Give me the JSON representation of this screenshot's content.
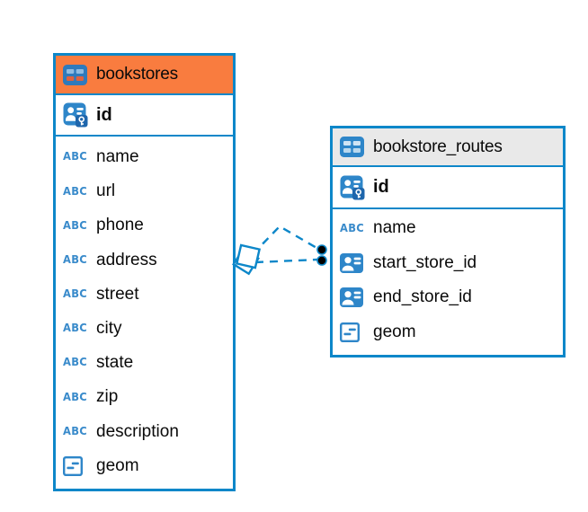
{
  "diagram": {
    "kind": "entity-relationship-diagram",
    "colors": {
      "table_border_blue": "#0d87c9",
      "selected_header_orange": "#f97c3f",
      "header_gray": "#e9e9e9",
      "icon_blue": "#2e86c9",
      "type_label_blue": "#3a8bcb",
      "relationship_blue": "#0d87c9",
      "canvas_white": "#ffffff",
      "text_black": "#0a0a0a"
    },
    "tables": [
      {
        "title": "bookstores",
        "header_style": "selected-orange",
        "primary_key": "id",
        "columns": [
          {
            "label": "name",
            "type": "text"
          },
          {
            "label": "url",
            "type": "text"
          },
          {
            "label": "phone",
            "type": "text"
          },
          {
            "label": "address",
            "type": "text"
          },
          {
            "label": "street",
            "type": "text"
          },
          {
            "label": "city",
            "type": "text"
          },
          {
            "label": "state",
            "type": "text"
          },
          {
            "label": "zip",
            "type": "text"
          },
          {
            "label": "description",
            "type": "text"
          },
          {
            "label": "geom",
            "type": "geometry"
          }
        ]
      },
      {
        "title": "bookstore_routes",
        "header_style": "gray",
        "primary_key": "id",
        "columns": [
          {
            "label": "name",
            "type": "text"
          },
          {
            "label": "start_store_id",
            "type": "reference"
          },
          {
            "label": "end_store_id",
            "type": "reference"
          },
          {
            "label": "geom",
            "type": "geometry"
          }
        ]
      }
    ],
    "type_icon_text": "ABC",
    "relationships": [
      {
        "from": "bookstores",
        "to": "bookstore_routes",
        "style": "dashed",
        "from_marker": "diamond",
        "to_marker": "dot"
      },
      {
        "from": "bookstores",
        "to": "bookstore_routes",
        "style": "dashed",
        "from_marker": "diamond",
        "to_marker": "dot"
      }
    ]
  }
}
